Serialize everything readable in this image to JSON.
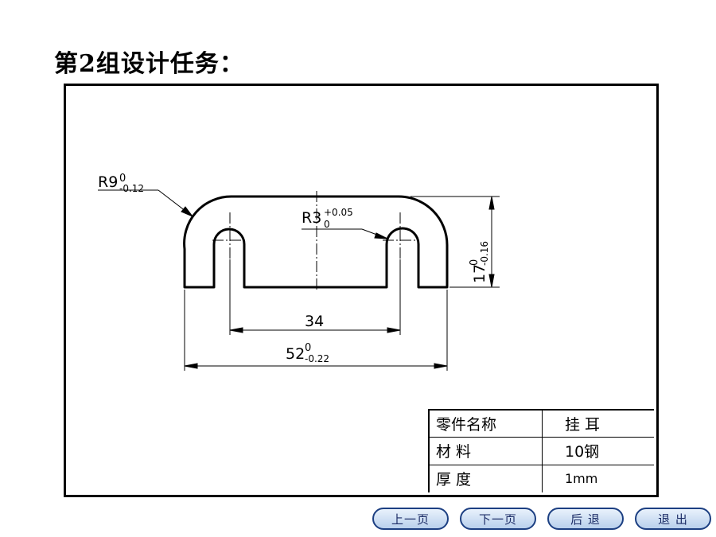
{
  "page": {
    "title": "第2组设计任务："
  },
  "drawing": {
    "dimensions": {
      "outer_radius": {
        "base": "R9",
        "upper": "0",
        "lower": "-0.12"
      },
      "inner_radius": {
        "base": "R3",
        "upper": "+0.05",
        "lower": "0"
      },
      "hole_spacing": "34",
      "overall_width": {
        "base": "52",
        "upper": "0",
        "lower": "-0.22"
      },
      "height": {
        "base": "17",
        "upper": "0",
        "lower": "-0.16"
      }
    }
  },
  "title_block": {
    "part_name_label": "零件名称",
    "part_name_value": "挂  耳",
    "material_label": "材  料",
    "material_value": "10钢",
    "thickness_label": "厚  度",
    "thickness_value": "1mm"
  },
  "navigation": {
    "prev_label": "上一页",
    "next_label": "下一页",
    "back_label": "后 退",
    "exit_label": "退 出"
  }
}
